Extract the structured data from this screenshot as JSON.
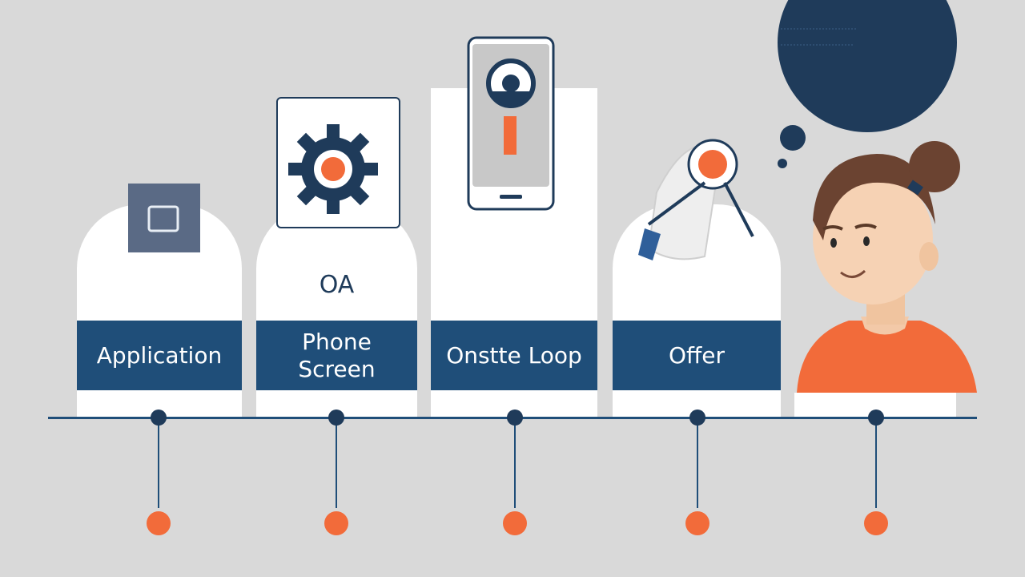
{
  "stages": [
    {
      "label": "Application"
    },
    {
      "label": "Phone\nScreen",
      "sublabel": "OA"
    },
    {
      "label": "Onstte Loop"
    },
    {
      "label": "Offer"
    }
  ],
  "colors": {
    "navy": "#1f4e79",
    "dark_navy": "#1f3b5a",
    "orange": "#f26b3a",
    "background": "#d9d9d9",
    "card": "#ffffff"
  },
  "icons": [
    "square-icon",
    "gear-icon",
    "smartphone-pin-icon",
    "hand-fan-icon",
    "person-illustration",
    "thought-bubble"
  ]
}
